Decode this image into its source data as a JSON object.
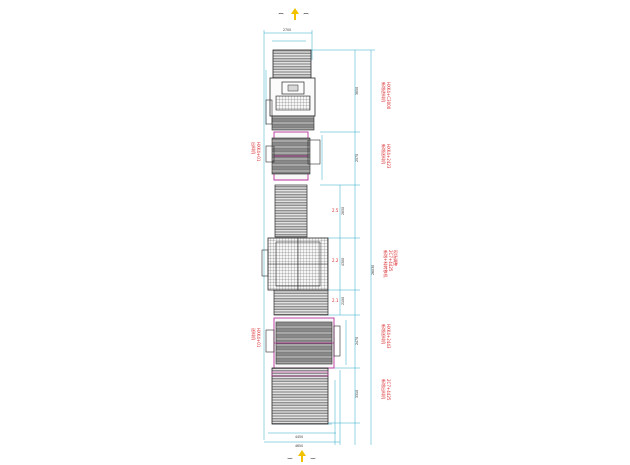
{
  "diagram": {
    "colors": {
      "line": "#2a2a2a",
      "dimension": "#30a8c8",
      "accent": "#b8309a",
      "label": "#d8282c",
      "arrow": "#f2c200"
    },
    "icons": {
      "top_arrow": "up-arrow-icon",
      "bottom_arrow": "up-arrow-icon",
      "top_left_mark": "curved-marker-icon",
      "top_right_mark": "curved-marker-icon"
    },
    "dimensions": {
      "top_width": "2700",
      "bottom_width_inner": "4200",
      "bottom_width_mid": "4450",
      "bottom_width_outer": "4650",
      "total_height": "26030",
      "right_segments": [
        "3850",
        "2570",
        "2850",
        "4300",
        "2100",
        "2470",
        "3310"
      ],
      "mid_markers": [
        "2.5",
        "2.2",
        "2.1"
      ]
    },
    "labels": {
      "right_1": [
        "新增进料机",
        "HXK4+C3000"
      ],
      "right_2": [
        "新增送料机",
        "HXK4+2423"
      ],
      "right_3": [
        "新增+料转移机",
        "2C7+4425",
        "现场调整"
      ],
      "right_4": [
        "新增送料机",
        "HXK4+2443"
      ],
      "right_5": [
        "新增出料机",
        "2C7+4425"
      ],
      "left_1": [
        "出料机",
        "HXK4+01"
      ],
      "left_2": [
        "送料机",
        "HXK4+01"
      ]
    }
  }
}
